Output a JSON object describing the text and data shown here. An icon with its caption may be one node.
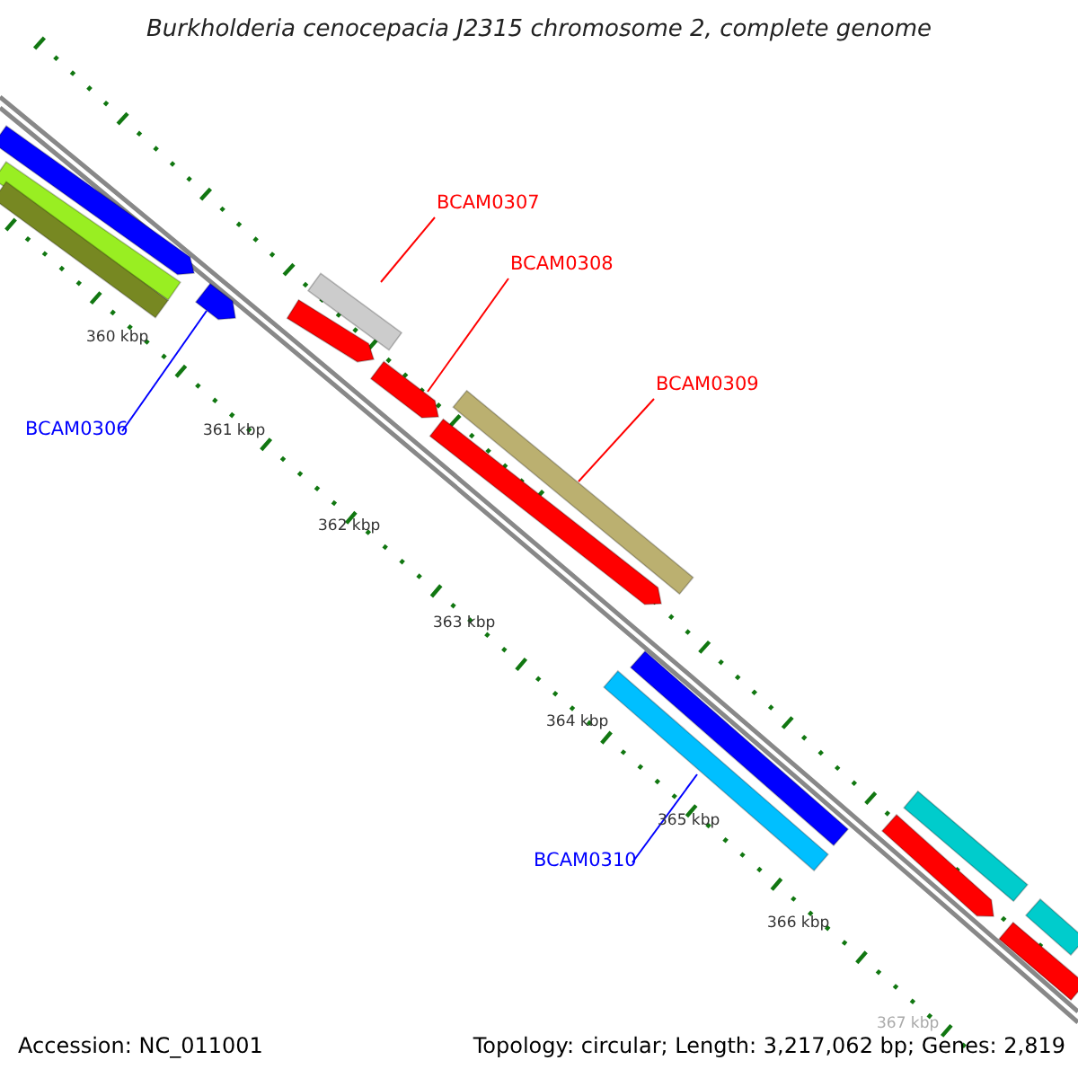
{
  "diagram": {
    "title": "Burkholderia cenocepacia J2315 chromosome 2, complete genome",
    "nodes": [
      {
        "text": [
          "BCAM0307"
        ]
      },
      {
        "text": [],
        "shape": "bar"
      },
      {
        "text": [
          "BCAM0308"
        ]
      },
      {
        "text": [],
        "shape": "bar"
      },
      {
        "text": [
          "BCAM0309"
        ]
      },
      {
        "text": [],
        "shape": "bar"
      },
      {
        "text": [
          "BCAM0306"
        ]
      },
      {
        "text": [],
        "shape": "bar"
      },
      {
        "text": [
          "BCAM0310"
        ]
      },
      {
        "text": [],
        "shape": "bar"
      },
      {
        "text": [],
        "shape": "bar"
      },
      {
        "text": [],
        "shape": "bar"
      },
      {
        "text": [],
        "shape": "bar"
      },
      {
        "text": [],
        "shape": "bar"
      },
      {
        "text": [],
        "shape": "bar"
      },
      {
        "text": [],
        "shape": "bar"
      },
      {
        "text": [],
        "shape": "bar"
      },
      {
        "text": [],
        "shape": "bar"
      },
      {
        "text": [],
        "shape": "bar"
      },
      {
        "text": [],
        "shape": "bar"
      }
    ],
    "edges": [
      {
        "from": 0,
        "to": 1,
        "arrow": "none",
        "color": "#ff0000"
      },
      {
        "from": 2,
        "to": 3,
        "arrow": "none",
        "color": "#ff0000"
      },
      {
        "from": 4,
        "to": 5,
        "arrow": "none",
        "color": "#ff0000"
      },
      {
        "from": 6,
        "to": 7,
        "arrow": "none",
        "color": "#0000ff"
      },
      {
        "from": 8,
        "to": 9,
        "arrow": "none",
        "color": "#0000ff"
      }
    ],
    "labels": [
      "360 kbp",
      "361 kbp",
      "362 kbp",
      "363 kbp",
      "364 kbp",
      "365 kbp",
      "366 kbp",
      "367 kbp",
      "Accession: NC_011001",
      "Topology: circular; Length: 3,217,062 bp; Genes: 2,819"
    ]
  }
}
